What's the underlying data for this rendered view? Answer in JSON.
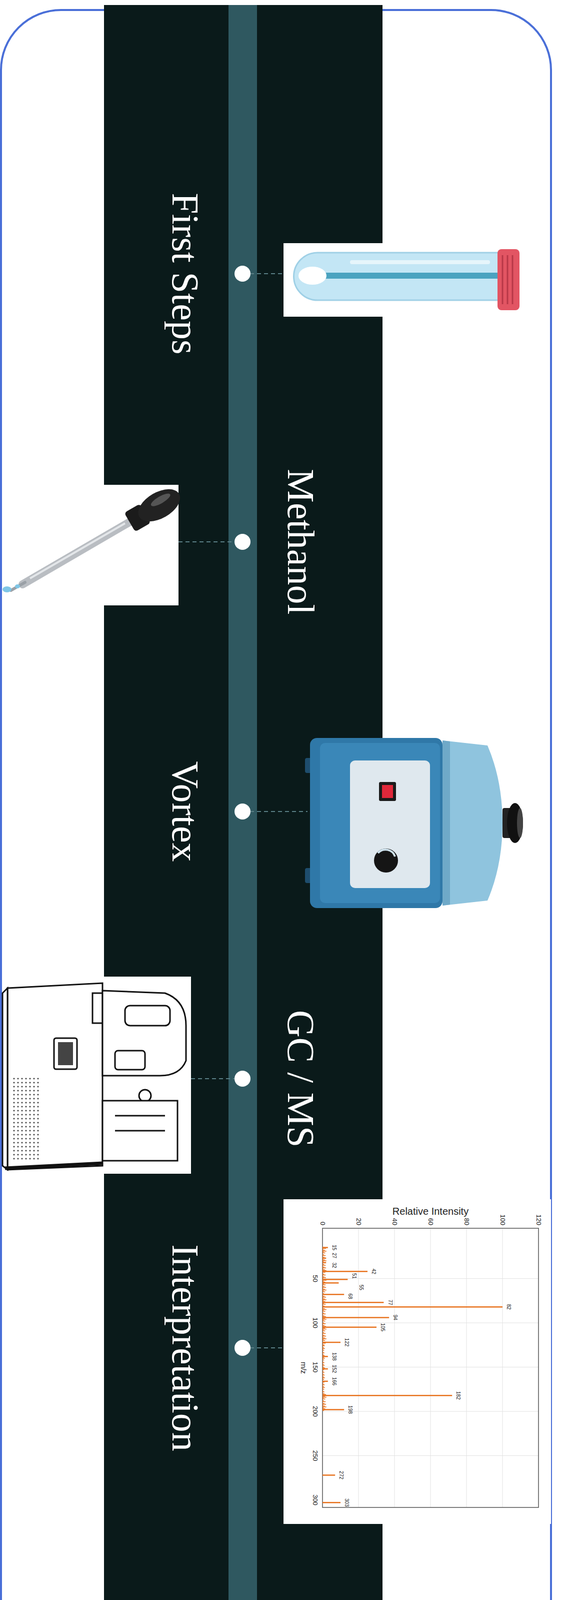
{
  "diagram": {
    "labels": [
      "First Steps",
      "Methanol",
      "Vortex",
      "GC / MS",
      "Interpretation",
      "Relative Intensity",
      "0",
      "20",
      "40",
      "60",
      "80",
      "100",
      "120",
      "50",
      "100",
      "150",
      "200",
      "250",
      "300",
      "m/z",
      "15",
      "27",
      "32",
      "42",
      "51",
      "55",
      "68",
      "77",
      "82",
      "94",
      "105",
      "122",
      "138",
      "152",
      "166",
      "182",
      "198",
      "272",
      "303"
    ]
  }
}
